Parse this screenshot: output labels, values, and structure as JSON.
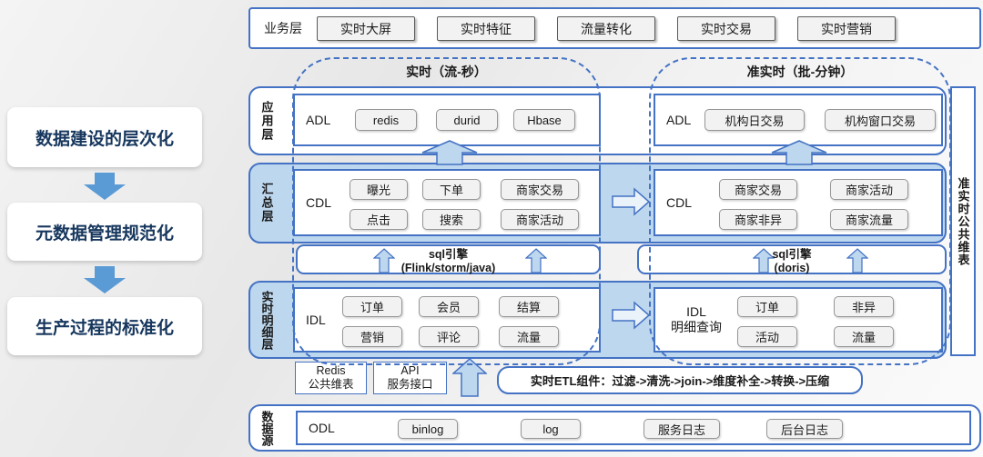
{
  "left_panel": {
    "steps": [
      "数据建设的层次化",
      "元数据管理规范化",
      "生产过程的标准化"
    ]
  },
  "business_layer": {
    "label": "业务层",
    "items": [
      "实时大屏",
      "实时特征",
      "流量转化",
      "实时交易",
      "实时营销"
    ]
  },
  "group_realtime": {
    "title": "实时（流-秒）"
  },
  "group_quasi": {
    "title": "准实时（批-分钟）"
  },
  "app_layer": {
    "label": "应用层",
    "left": {
      "tag": "ADL",
      "items": [
        "redis",
        "durid",
        "Hbase"
      ]
    },
    "right": {
      "tag": "ADL",
      "items": [
        "机构日交易",
        "机构窗口交易"
      ]
    }
  },
  "summary_layer": {
    "label": "汇总层",
    "left": {
      "tag": "CDL",
      "rows": [
        [
          "曝光",
          "下单",
          "商家交易"
        ],
        [
          "点击",
          "搜索",
          "商家活动"
        ]
      ]
    },
    "right": {
      "tag": "CDL",
      "rows": [
        [
          "商家交易",
          "商家活动"
        ],
        [
          "商家非异",
          "商家流量"
        ]
      ]
    }
  },
  "sql_engine_left": {
    "line1": "sql引擎",
    "line2": "(Flink/storm/java)"
  },
  "sql_engine_right": {
    "line1": "sql引擎",
    "line2": "(doris)"
  },
  "detail_layer": {
    "label": "实时明细层",
    "left": {
      "tag": "IDL",
      "rows": [
        [
          "订单",
          "会员",
          "结算"
        ],
        [
          "营销",
          "评论",
          "流量"
        ]
      ]
    },
    "right": {
      "tag_line1": "IDL",
      "tag_line2": "明细查询",
      "rows": [
        [
          "订单",
          "非异"
        ],
        [
          "活动",
          "流量"
        ]
      ]
    }
  },
  "middleware": {
    "redis_box": {
      "line1": "Redis",
      "line2": "公共维表"
    },
    "api_box": {
      "line1": "API",
      "line2": "服务接口"
    },
    "etl_box": "实时ETL组件：过滤->清洗->join->维度补全->转换->压缩"
  },
  "datasource_layer": {
    "label": "数据源",
    "tag": "ODL",
    "items": [
      "binlog",
      "log",
      "服务日志",
      "后台日志"
    ]
  },
  "right_sidebar": {
    "label": "准实时公共维表"
  },
  "colors": {
    "border_blue": "#4472c4",
    "band_fill": "#bdd7ee",
    "block_arrow_fill": "#bdd7ee",
    "solid_arrow_fill": "#5b9bd5",
    "chip_fill": "#f2f2f2",
    "step_text": "#17375e"
  }
}
